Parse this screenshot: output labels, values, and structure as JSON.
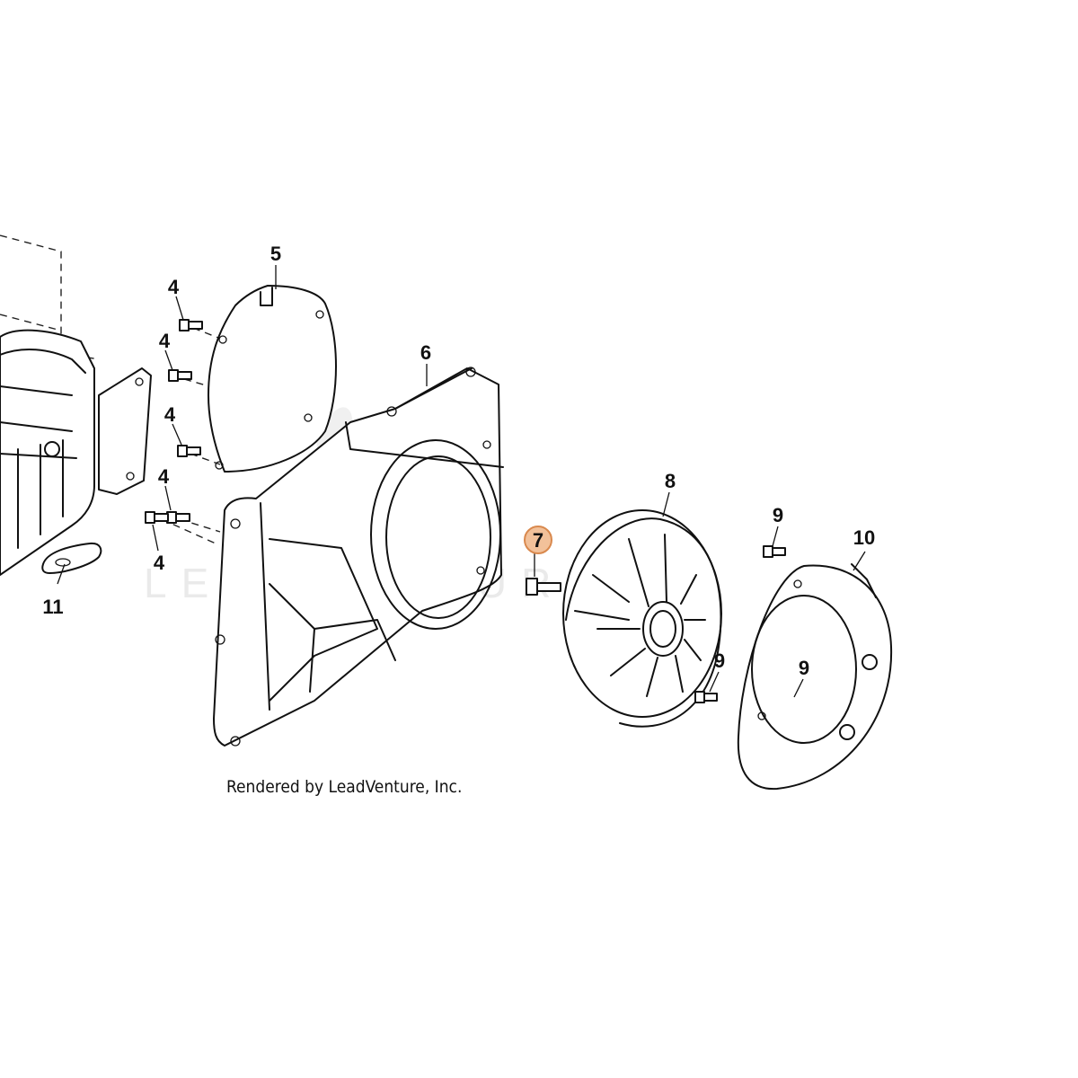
{
  "callouts": {
    "c4a": "4",
    "c4b": "4",
    "c4c": "4",
    "c4d": "4",
    "c4e": "4",
    "c5": "5",
    "c6": "6",
    "c7": "7",
    "c8": "8",
    "c9a": "9",
    "c9b": "9",
    "c9c": "9",
    "c10": "10",
    "c11": "11"
  },
  "highlight": {
    "callout": "7",
    "fill": "#f2c19a",
    "stroke": "#d9894e"
  },
  "credit": "Rendered by LeadVenture, Inc.",
  "watermark": {
    "text": "LEADVENTURE"
  }
}
